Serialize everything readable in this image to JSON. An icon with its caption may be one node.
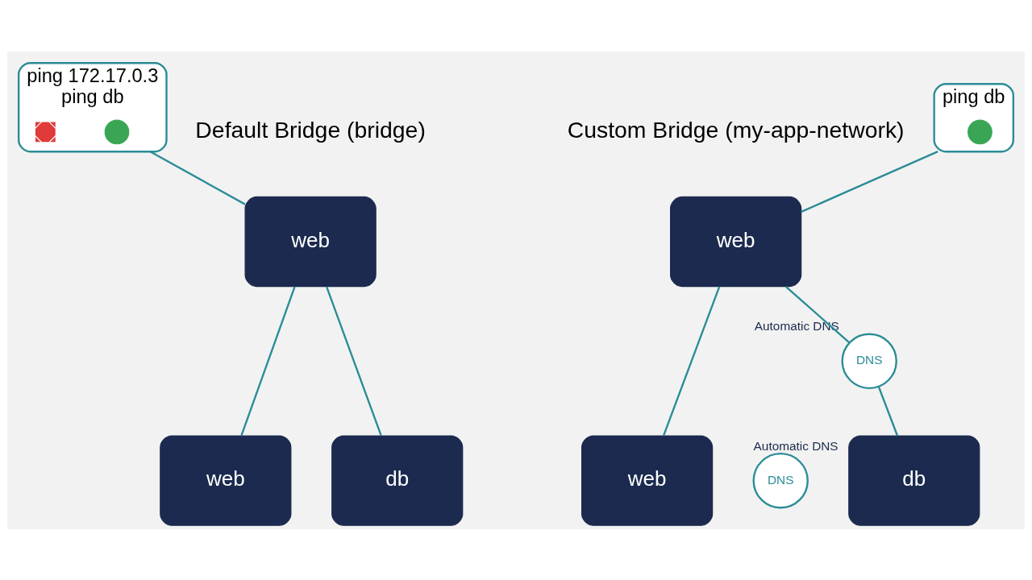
{
  "diagram": {
    "nodes": [
      {
        "text": [
          "web"
        ]
      },
      {
        "text": [
          "ping 172.17.0.3",
          "ping db"
        ]
      },
      {
        "text": [],
        "shape": "check",
        "in": 1
      },
      {
        "text": [],
        "shape": "cross",
        "in": 1
      },
      {
        "text": [
          "web"
        ]
      },
      {
        "text": [
          "db"
        ]
      },
      {
        "text": [
          "web"
        ]
      },
      {
        "text": [
          "ping db"
        ]
      },
      {
        "text": [],
        "shape": "check",
        "in": 7
      },
      {
        "text": [
          "DNS"
        ],
        "beside": [
          "Automatic DNS"
        ]
      },
      {
        "text": [
          "web"
        ]
      },
      {
        "text": [
          "DNS"
        ],
        "beside": [
          "Automatic DNS"
        ]
      },
      {
        "text": [
          "db"
        ]
      }
    ],
    "edges": [
      {
        "from": 1,
        "to": 0,
        "arrow": "none"
      },
      {
        "from": 0,
        "to": 4,
        "arrow": "none"
      },
      {
        "from": 0,
        "to": 5,
        "arrow": "none"
      },
      {
        "from": 7,
        "to": 6,
        "arrow": "none"
      },
      {
        "from": 6,
        "to": 10,
        "arrow": "none"
      },
      {
        "from": 6,
        "to": 9,
        "arrow": "none"
      },
      {
        "from": 9,
        "to": 12,
        "arrow": "none"
      }
    ],
    "labels": [
      "Default Bridge (bridge)",
      "Custom Bridge (my-app-network)"
    ]
  }
}
